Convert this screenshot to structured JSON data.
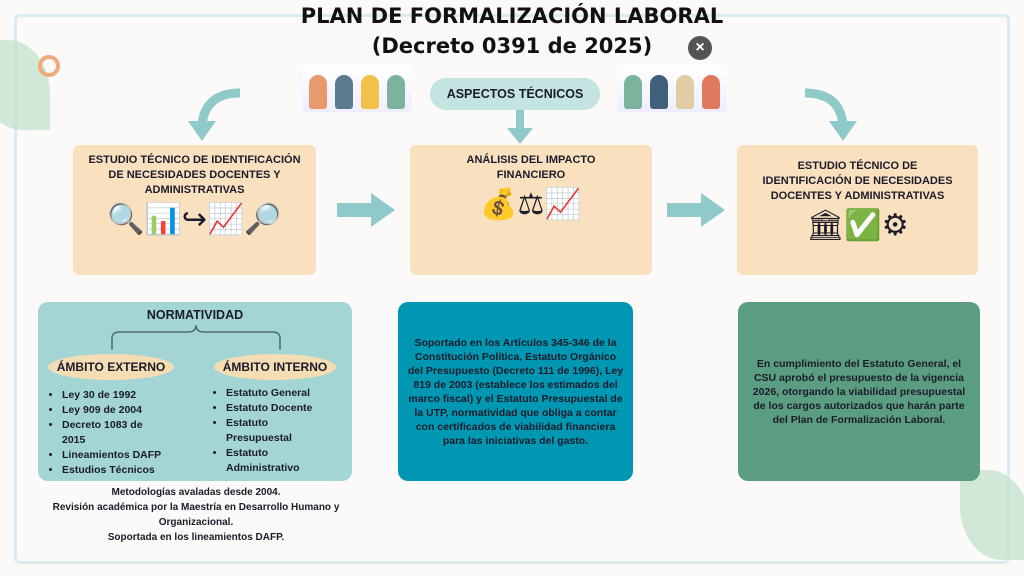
{
  "header": {
    "title_line1": "PLAN DE FORMALIZACIÓN LABORAL",
    "title_line2": "(Decreto 0391 de 2025)",
    "close_label": "×"
  },
  "center_pill": "ASPECTOS TÉCNICOS",
  "cards": [
    {
      "title": "ESTUDIO TÉCNICO DE IDENTIFICACIÓN DE NECESIDADES DOCENTES Y ADMINISTRATIVAS",
      "icons": "🔍📊↪📈🔎"
    },
    {
      "title": "ANÁLISIS DEL IMPACTO FINANCIERO",
      "icons": "💰⚖📈"
    },
    {
      "title": "ESTUDIO TÉCNICO DE IDENTIFICACIÓN DE NECESIDADES DOCENTES Y ADMINISTRATIVAS",
      "icons": "🏛✅⚙"
    }
  ],
  "normatividad": {
    "title": "NORMATIVIDAD",
    "externo": {
      "label": "ÁMBITO EXTERNO",
      "items": [
        "Ley 30 de 1992",
        "Ley 909 de 2004",
        "Decreto 1083 de 2015",
        "Lineamientos DAFP",
        "Estudios Técnicos"
      ]
    },
    "interno": {
      "label": "ÁMBITO INTERNO",
      "items": [
        "Estatuto General",
        "Estatuto Docente",
        "Estatuto Presupuestal",
        "Estatuto Administrativo"
      ]
    },
    "notes": [
      "Metodologías avaladas desde 2004.",
      "Revisión académica por la Maestría en Desarrollo Humano y Organizacional.",
      "Soportada en los lineamientos DAFP."
    ]
  },
  "financiero_text": "Soportado en los Artículos 345-346 de la Constitución Política, Estatuto Orgánico del Presupuesto (Decreto 111 de 1996), Ley 819 de 2003 (establece los estimados del marco fiscal) y el Estatuto Presupuestal de la UTP, normatividad que obliga a contar con certificados de viabilidad financiera para las iniciativas del gasto.",
  "csu_text": "En cumplimiento del Estatuto General, el CSU  aprobó el presupuesto de la vigencia 2026, otorgando la viabilidad presupuestal de los cargos autorizados que harán parte del Plan de Formalización Laboral.",
  "colors": {
    "card": "#f9e1c0",
    "norm": "#a2d5d3",
    "financiero": "#0097b2",
    "csu": "#5b9d80",
    "pill": "#c3e4e1"
  }
}
